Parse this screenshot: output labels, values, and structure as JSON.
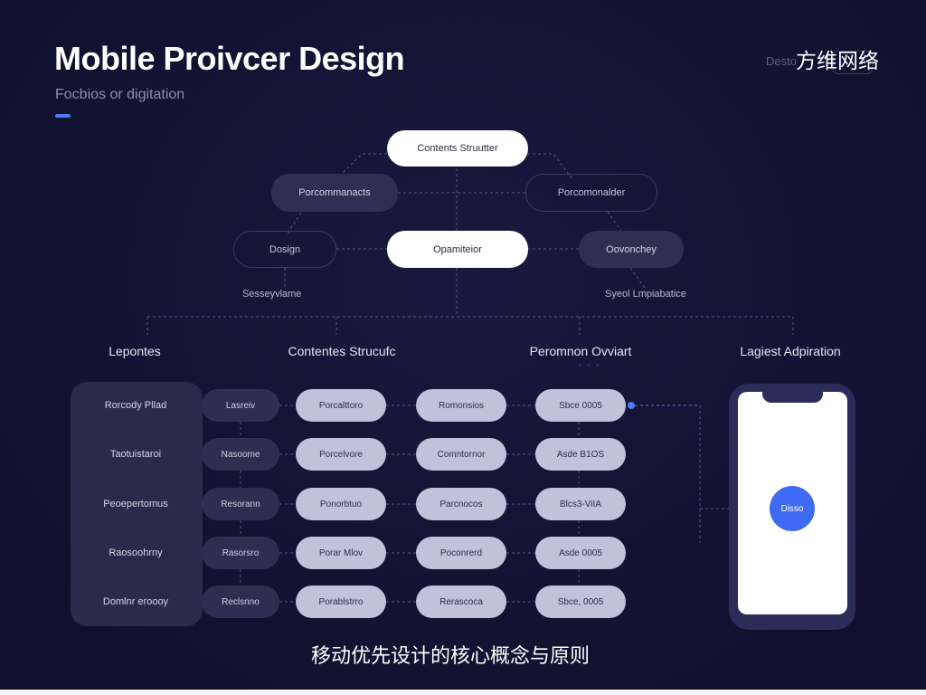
{
  "header": {
    "title": "Mobile Proivcer Design",
    "subtitle": "Focbios or digitation",
    "top_right_faint": "Desto",
    "brand": "方维网络"
  },
  "tree": {
    "root": "Contents Struutter",
    "left_mid": "Porcommanacts",
    "right_mid": "Porcomonalder",
    "left_low": "Dosign",
    "center_low": "Opamiteior",
    "right_low": "Oovonchey",
    "left_note": "Sesseyvlame",
    "right_note": "Syeol Lmpiabatice"
  },
  "columns": {
    "heads": [
      "Lepontes",
      "Contentes Strucufc",
      "Peromnon Ovviart",
      "Lagiest Adpiration"
    ],
    "dots": "· · ·"
  },
  "rows": [
    {
      "label": "Rorcody Pllad",
      "cells": [
        "Lasreiv",
        "Porcalttoro",
        "Romonsios",
        "Sbce 0005"
      ]
    },
    {
      "label": "Taotuistaroi",
      "cells": [
        "Nasoome",
        "Porcelvore",
        "Comntornor",
        "Asde B1OS"
      ]
    },
    {
      "label": "Peoepertomus",
      "cells": [
        "Resorann",
        "Ponorbtuo",
        "Parcnocos",
        "Blcs3-ViIA"
      ]
    },
    {
      "label": "Raosoohrny",
      "cells": [
        "Rasorsro",
        "Porar Mlov",
        "Poconrerd",
        "Asde 0005"
      ]
    },
    {
      "label": "Domlnr eroooy",
      "cells": [
        "Reclsnno",
        "Porablstrro",
        "Rerascoca",
        "Sbce, 0005"
      ]
    }
  ],
  "phone": {
    "button_label": "Disso"
  },
  "caption": "移动优先设计的核心概念与原则",
  "colors": {
    "background": "#121233",
    "accent": "#4e7cf6",
    "pill_light": "#bfc3da",
    "pill_dark": "#2d2e52"
  }
}
